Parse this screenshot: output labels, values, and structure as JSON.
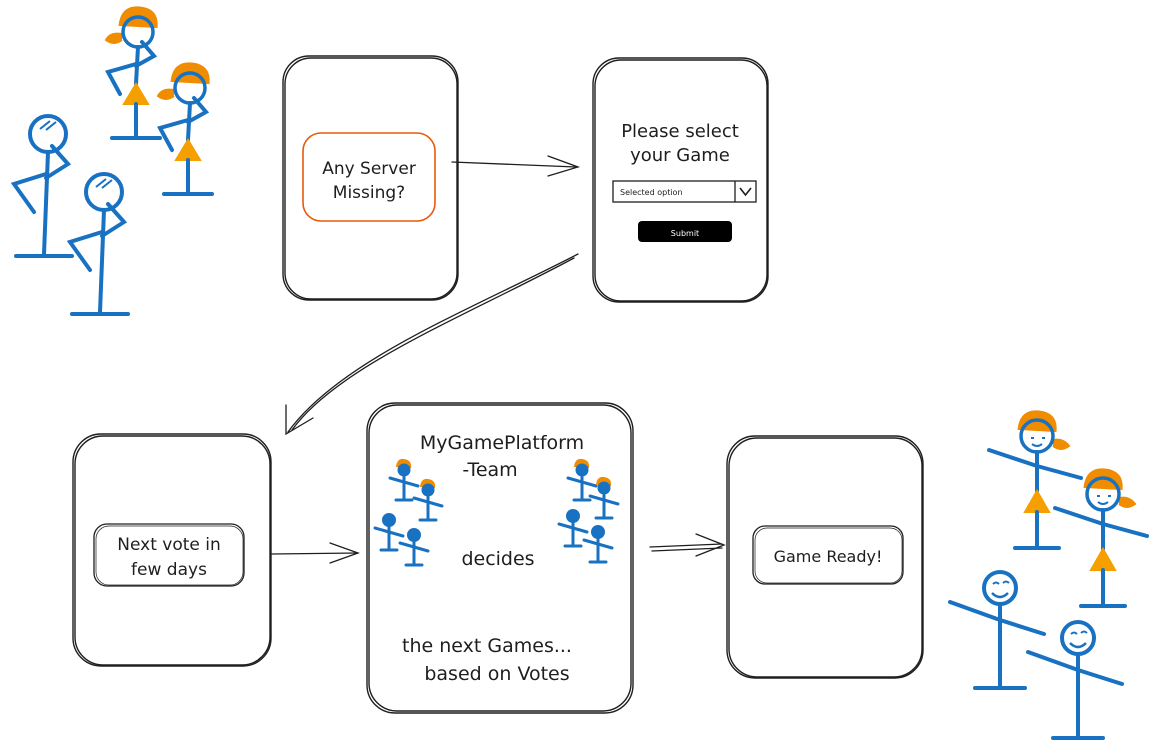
{
  "screen1": {
    "box_text_lines": [
      "Any Server",
      "Missing?"
    ]
  },
  "screen2": {
    "title_lines": [
      "Please select",
      "your Game"
    ],
    "select_value": "Selected option",
    "submit_label": "Submit"
  },
  "screen3": {
    "box_text_lines": [
      "Next vote in",
      "few days"
    ]
  },
  "screen4": {
    "title_lines": [
      "MyGamePlatform",
      "-Team"
    ],
    "middle_text": "decides",
    "bottom_lines": [
      "the next Games...",
      "based on Votes"
    ]
  },
  "screen5": {
    "box_text": "Game Ready!"
  },
  "colors": {
    "ink": "#1e1e1e",
    "figure_blue": "#1971c2",
    "hair_orange": "#f08c00",
    "dress_orange": "#f59f00",
    "highlight_box": "#e8590c",
    "button_black": "#000000"
  }
}
